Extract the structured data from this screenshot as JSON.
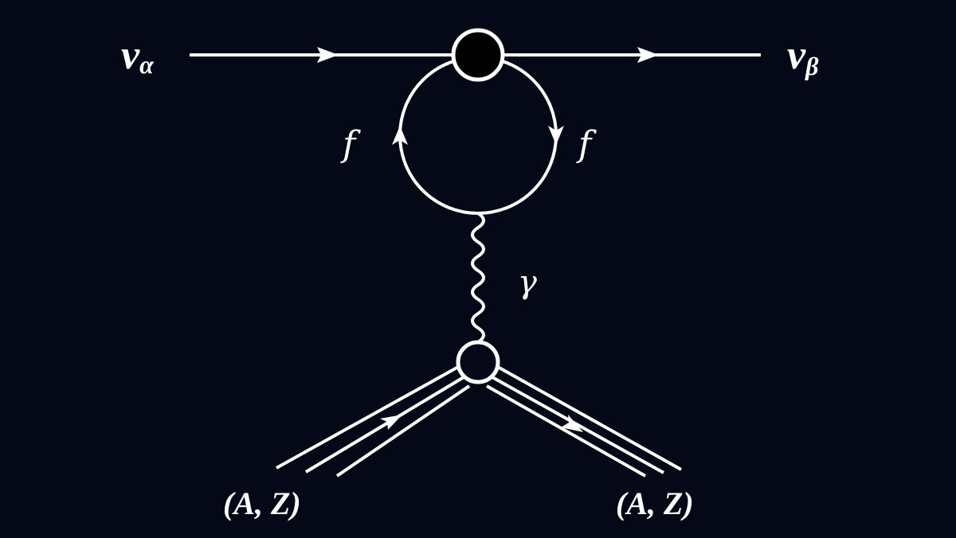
{
  "colors": {
    "background": "#050816",
    "line": "#ffffff",
    "vertex_fill": "#000000"
  },
  "labels": {
    "incoming_neutrino_main": "ν",
    "incoming_neutrino_sub": "α",
    "outgoing_neutrino_main": "ν",
    "outgoing_neutrino_sub": "β",
    "loop_fermion_left": "f",
    "loop_fermion_right": "f",
    "photon": "γ",
    "nucleus_in": "(A, Z)",
    "nucleus_out": "(A, Z)"
  }
}
